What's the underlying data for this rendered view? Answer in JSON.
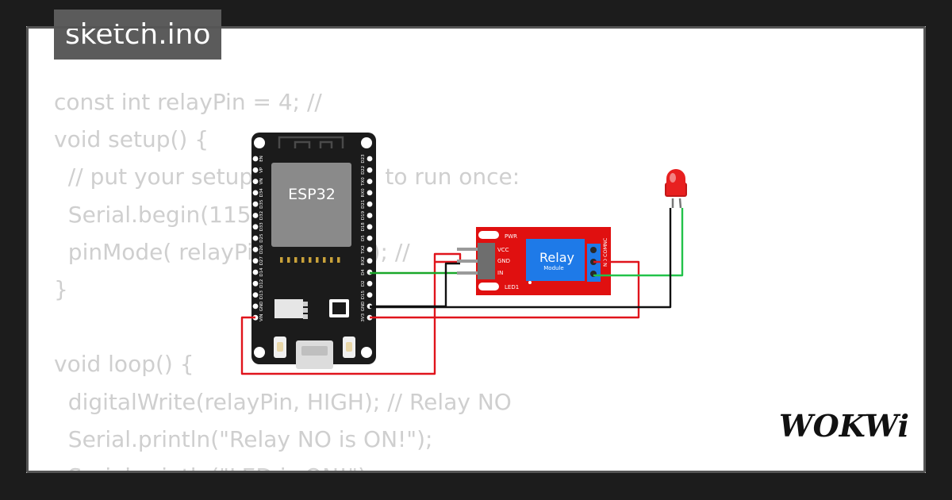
{
  "tab": {
    "filename": "sketch.ino"
  },
  "code": {
    "lines": [
      "const int relayPin = 4; //",
      "void setup() {",
      "  // put your setup code here, to run once:",
      "  Serial.begin(115200);",
      "  pinMode( relayPin, OUTPUT); //",
      "}",
      "",
      "void loop() {",
      "  digitalWrite(relayPin, HIGH); // Relay NO",
      "  Serial.println(\"Relay NO is ON!\");",
      "  Serial.println(\"LED is ON!\");"
    ]
  },
  "esp32": {
    "label": "ESP32",
    "left_pins": [
      "EN",
      "VP",
      "VN",
      "D34",
      "D35",
      "D32",
      "D33",
      "D25",
      "D26",
      "D27",
      "D14",
      "D12",
      "D13",
      "GND",
      "VIN"
    ],
    "right_pins": [
      "D23",
      "D22",
      "TX0",
      "RX0",
      "D21",
      "D19",
      "D18",
      "D5",
      "TX2",
      "RX2",
      "D4",
      "D2",
      "D15",
      "GND",
      "3V3"
    ]
  },
  "relay": {
    "title": "Relay",
    "subtitle": "Module",
    "pin_labels": [
      "VCC",
      "GND",
      "IN"
    ],
    "led_labels": [
      "PWR",
      "LED1"
    ],
    "terminal_labels": [
      "NC",
      "COM",
      "NO"
    ]
  },
  "colors": {
    "background": "#1c1c1c",
    "canvas": "#ffffff",
    "code": "#cfcfcf",
    "tab": "#5b5b5b",
    "board": "#1b1b1b",
    "relay": "#e01010",
    "relay_face": "#1e7ae8",
    "wire_red": "#e0141c",
    "wire_green": "#1aa82a",
    "wire_black": "#111111",
    "led": "#e82020"
  },
  "brand": {
    "logo_text": "WOKWi"
  }
}
